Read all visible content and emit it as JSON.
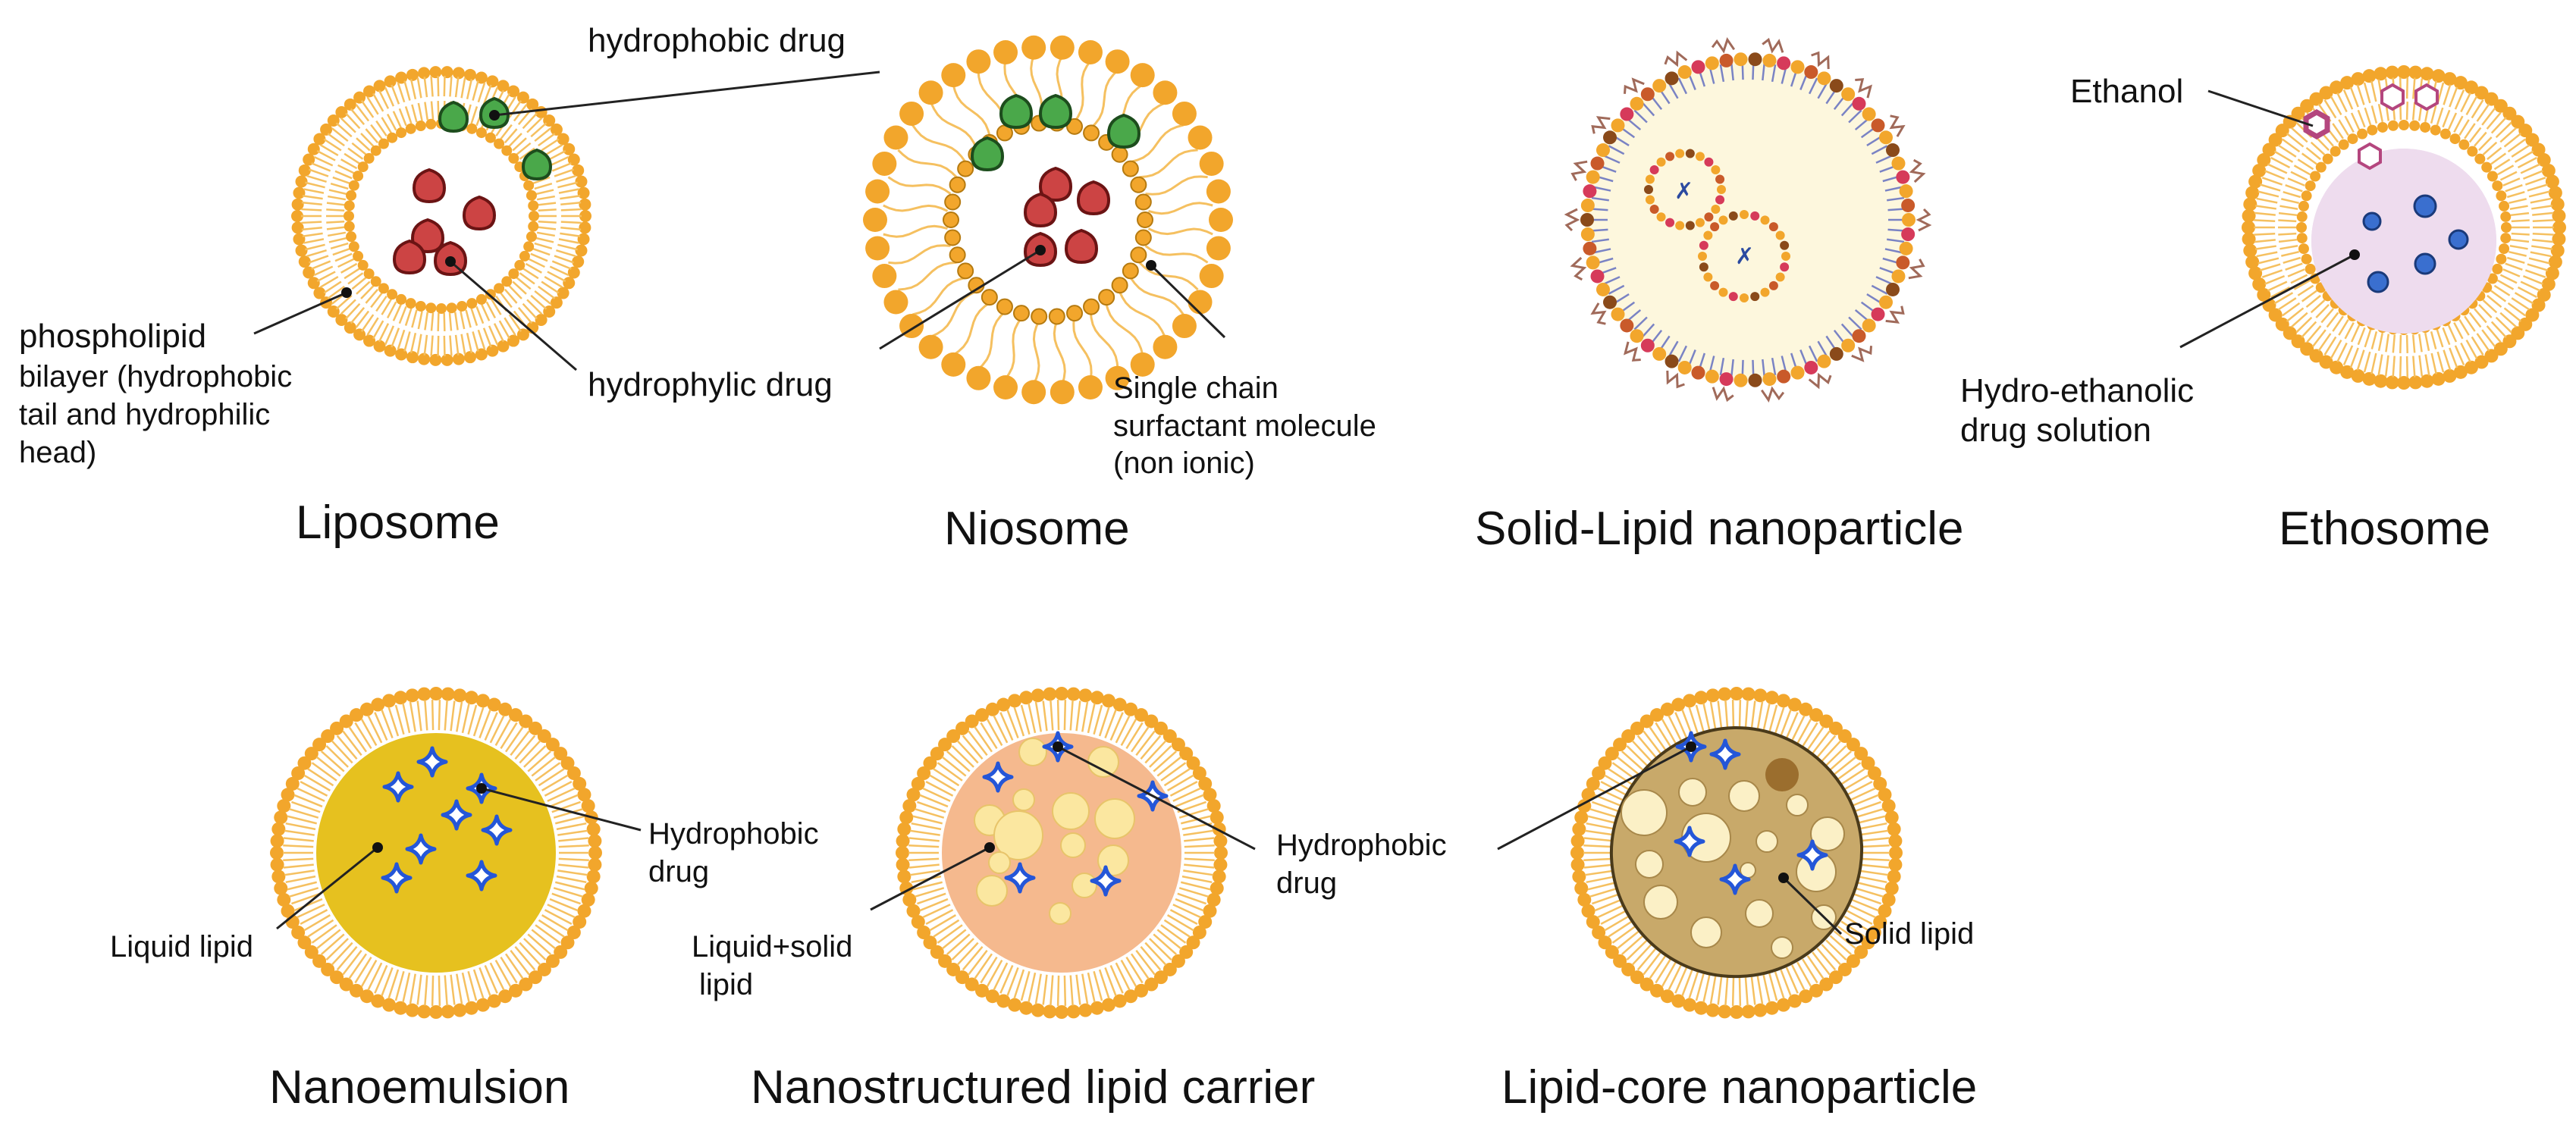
{
  "liposome": {
    "title": "Liposome",
    "hydrophobic_drug": "hydrophobic drug",
    "hydrophilic_drug": "hydrophylic drug",
    "bilayer_label": [
      "phospholipid",
      "bilayer (hydrophobic",
      "tail and hydrophilic",
      "head)"
    ]
  },
  "niosome": {
    "title": "Niosome",
    "surfactant_label": [
      "Single chain",
      "surfactant molecule",
      "(non ionic)"
    ]
  },
  "sln": {
    "title": "Solid-Lipid nanoparticle"
  },
  "ethosome": {
    "title": "Ethosome",
    "ethanol": "Ethanol",
    "solution_label": [
      "Hydro-ethanolic",
      "drug solution"
    ]
  },
  "nanoemulsion": {
    "title": "Nanoemulsion",
    "drug_label": [
      "Hydrophobic",
      "drug"
    ],
    "lipid_label": "Liquid lipid"
  },
  "nlc": {
    "title": "Nanostructured lipid carrier",
    "drug_label": [
      "Hydrophobic",
      "drug"
    ],
    "lipid_label": [
      "Liquid+solid",
      "lipid"
    ]
  },
  "lcn": {
    "title": "Lipid-core nanoparticle",
    "lipid_label": "Solid lipid"
  },
  "colors": {
    "lipid_head": "#f2a62c",
    "lipid_tail": "#f5c060",
    "hydrophilic_drug": "#b53a3a",
    "hydrophobic_drug": "#3f9a3f",
    "ethanol": "#b4467e",
    "star_drug": "#2456d8",
    "nanoemulsion_core": "#e6c11f",
    "nlc_core": "#f5b98e",
    "lcn_core": "#c8a96a",
    "ethosome_core": "#eedcee"
  }
}
